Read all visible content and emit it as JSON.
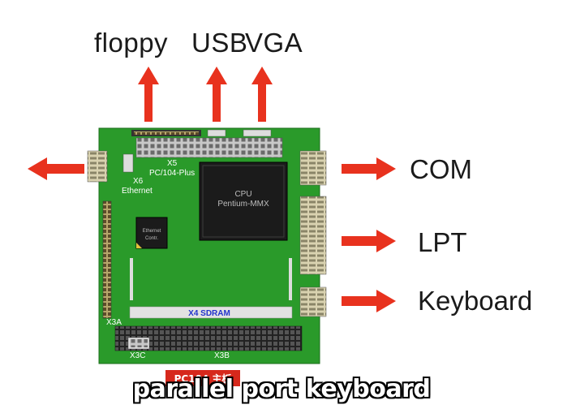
{
  "labels": {
    "floppy": "floppy",
    "usb": "USB",
    "vga": "VGA",
    "com": "COM",
    "lpt": "LPT",
    "keyboard": "Keyboard"
  },
  "board": {
    "x5": "X5",
    "pc104_plus": "PC/104-Plus",
    "x6": "X6",
    "ethernet": "Ethernet",
    "cpu_line1": "CPU",
    "cpu_line2": "Pentium-MMX",
    "eth_ctrl_line1": "Ethernet",
    "eth_ctrl_line2": "Contr.",
    "sdram": "X4 SDRAM",
    "x3a": "X3A",
    "x3c": "X3C",
    "x3b": "X3B",
    "tag": "PC104 主板"
  },
  "caption": "parallel port keyboard",
  "colors": {
    "arrow": "#e8321e",
    "board": "#2a9a2a",
    "chip": "#1b1b1b",
    "tag": "#d6281c"
  }
}
